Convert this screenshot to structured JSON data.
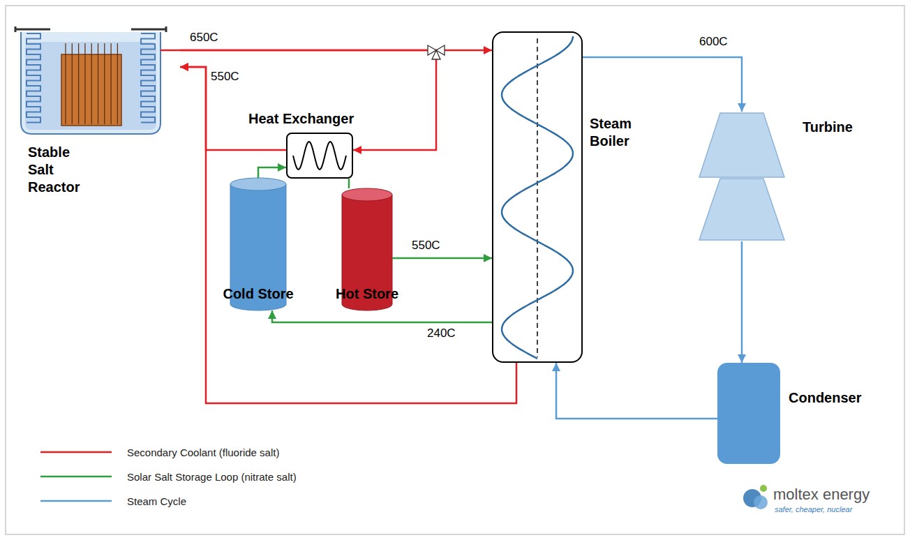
{
  "diagram": {
    "nodes": [
      {
        "text": [
          "Stable Salt Reactor"
        ]
      },
      {
        "text": [
          "Heat Exchanger"
        ]
      },
      {
        "text": [
          "Cold Store"
        ]
      },
      {
        "text": [
          "Hot Store"
        ]
      },
      {
        "text": [
          "Steam Boiler"
        ]
      },
      {
        "text": [
          "Turbine"
        ]
      },
      {
        "text": [
          "Condenser"
        ]
      }
    ],
    "edges": [
      {
        "from": 0,
        "to": 4,
        "arrow": "to",
        "label": "650C"
      },
      {
        "from": 0,
        "to": 1,
        "arrow": "to"
      },
      {
        "from": 4,
        "to": 0,
        "arrow": "to",
        "label": "550C"
      },
      {
        "from": 1,
        "to": 0,
        "arrow": "to"
      },
      {
        "from": 2,
        "to": 1,
        "arrow": "to"
      },
      {
        "from": 1,
        "to": 3,
        "arrow": "none"
      },
      {
        "from": 3,
        "to": 4,
        "arrow": "to",
        "label": "550C"
      },
      {
        "from": 4,
        "to": 2,
        "arrow": "to",
        "label": "240C"
      },
      {
        "from": 4,
        "to": 5,
        "arrow": "to",
        "label": "600C"
      },
      {
        "from": 5,
        "to": 6,
        "arrow": "to"
      },
      {
        "from": 6,
        "to": 4,
        "arrow": "to"
      }
    ],
    "labels": [
      "moltex energy",
      "safer, cheaper, nuclear"
    ],
    "legend": [
      {
        "text": "Secondary Coolant (fluoride salt)"
      },
      {
        "text": "Solar Salt Storage Loop (nitrate salt)"
      },
      {
        "text": "Steam Cycle"
      }
    ]
  }
}
